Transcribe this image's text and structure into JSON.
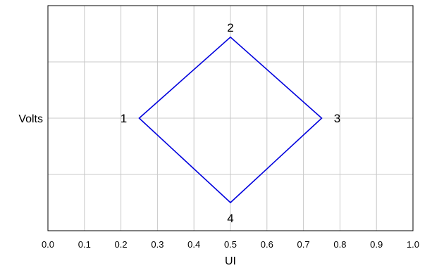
{
  "chart_data": {
    "type": "line",
    "title": "",
    "xlabel": "UI",
    "ylabel": "Volts",
    "xlim": [
      0.0,
      1.0
    ],
    "ylim": [
      -1.0,
      1.0
    ],
    "x_ticks": [
      "0.0",
      "0.1",
      "0.2",
      "0.3",
      "0.4",
      "0.5",
      "0.6",
      "0.7",
      "0.8",
      "0.9",
      "1.0"
    ],
    "y_ticks_labeled": false,
    "y_grid_values": [
      -0.5,
      0.0,
      0.5
    ],
    "grid": true,
    "series": [
      {
        "color": "#0000dd",
        "closed": true,
        "points": [
          {
            "x": 0.25,
            "y": 0.0,
            "label": "1"
          },
          {
            "x": 0.5,
            "y": 0.72,
            "label": "2"
          },
          {
            "x": 0.75,
            "y": 0.0,
            "label": "3"
          },
          {
            "x": 0.5,
            "y": -0.75,
            "label": "4"
          }
        ]
      }
    ]
  }
}
